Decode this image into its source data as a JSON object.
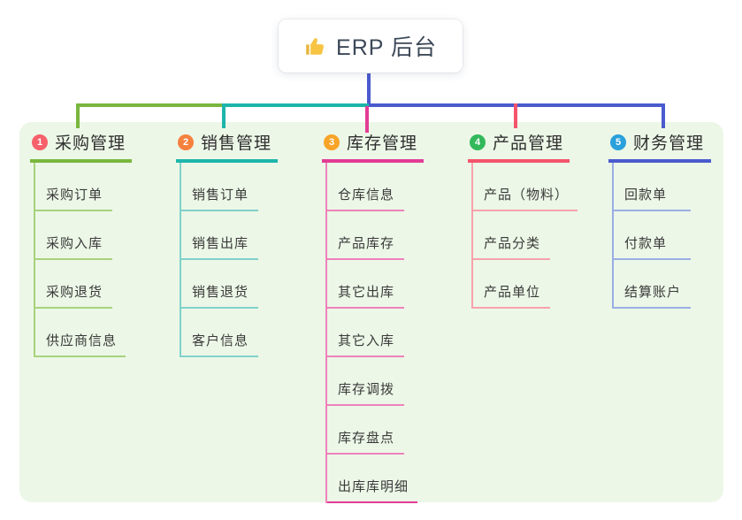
{
  "root": {
    "title": "ERP 后台",
    "icon": "thumbs-up-icon"
  },
  "panel_color": "#ecf7e7",
  "branches": [
    {
      "num": "1",
      "label": "采购管理",
      "color": "#7ab63e",
      "light": "#a8d37d",
      "badge": "#f6606a",
      "children": [
        "采购订单",
        "采购入库",
        "采购退货",
        "供应商信息"
      ]
    },
    {
      "num": "2",
      "label": "销售管理",
      "color": "#1db5ab",
      "light": "#7fd2ca",
      "badge": "#f6813e",
      "children": [
        "销售订单",
        "销售出库",
        "销售退货",
        "客户信息"
      ]
    },
    {
      "num": "3",
      "label": "库存管理",
      "color": "#e23c96",
      "light": "#ee82bb",
      "badge": "#f8a428",
      "children": [
        "仓库信息",
        "产品库存",
        "其它出库",
        "其它入库",
        "库存调拨",
        "库存盘点",
        "出库库明细"
      ]
    },
    {
      "num": "4",
      "label": "产品管理",
      "color": "#f4546c",
      "light": "#f8a2ac",
      "badge": "#33b95c",
      "children": [
        "产品（物料）",
        "产品分类",
        "产品单位"
      ]
    },
    {
      "num": "5",
      "label": "财务管理",
      "color": "#4a5bce",
      "light": "#9aaee5",
      "badge": "#2aa0dc",
      "children": [
        "回款单",
        "付款单",
        "结算账户"
      ]
    }
  ]
}
